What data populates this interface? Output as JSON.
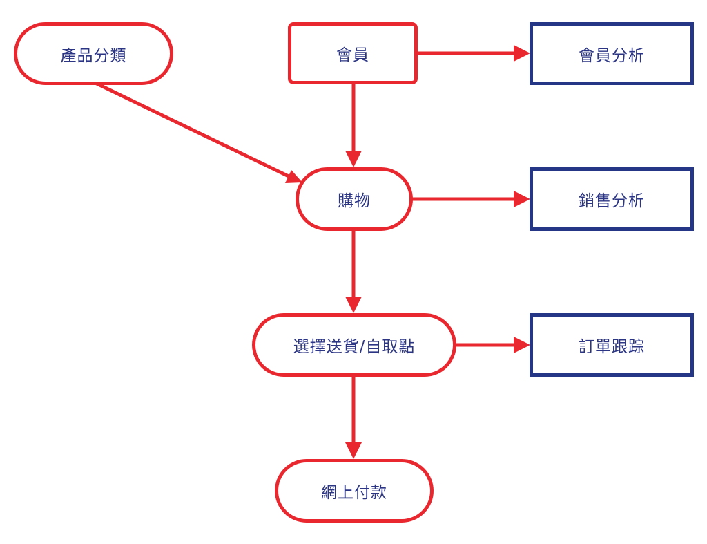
{
  "colors": {
    "flow": "#e8272e",
    "output": "#263686",
    "text": "#2b3583",
    "background": "#ffffff"
  },
  "nodes": {
    "product_category": "產品分類",
    "member": "會員",
    "member_analysis": "會員分析",
    "shopping": "購物",
    "sales_analysis": "銷售分析",
    "delivery_pickup": "選擇送貨/自取點",
    "order_tracking": "訂單跟踪",
    "online_payment": "網上付款"
  },
  "edges": [
    {
      "from": "product_category",
      "to": "shopping"
    },
    {
      "from": "member",
      "to": "shopping"
    },
    {
      "from": "member",
      "to": "member_analysis"
    },
    {
      "from": "shopping",
      "to": "sales_analysis"
    },
    {
      "from": "shopping",
      "to": "delivery_pickup"
    },
    {
      "from": "delivery_pickup",
      "to": "order_tracking"
    },
    {
      "from": "delivery_pickup",
      "to": "online_payment"
    }
  ]
}
